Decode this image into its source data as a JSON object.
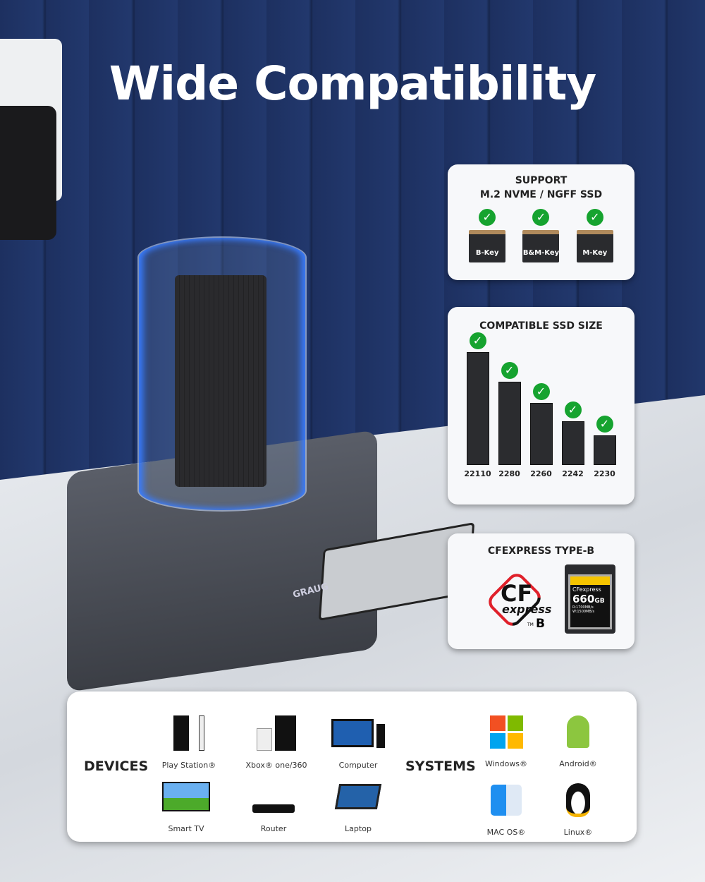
{
  "title": "Wide Compatibility",
  "support_card": {
    "title_line1": "SUPPORT",
    "title_line2": "M.2 NVME / NGFF SSD",
    "keys": [
      {
        "label": "B-Key"
      },
      {
        "label": "B&M-Key"
      },
      {
        "label": "M-Key"
      }
    ]
  },
  "size_card": {
    "title": "COMPATIBLE SSD SIZE",
    "sizes": [
      {
        "label": "22110"
      },
      {
        "label": "2280"
      },
      {
        "label": "2260"
      },
      {
        "label": "2242"
      },
      {
        "label": "2230"
      }
    ]
  },
  "cf_card": {
    "title": "CFEXPRESS TYPE-B",
    "logo": {
      "cf": "CF",
      "express": "express",
      "tm": "TM",
      "b": "B"
    },
    "card": {
      "brand": "CFexpress",
      "capacity": "660",
      "unit": "GB",
      "read": "R:1700MB/s",
      "write": "W:1500MB/s"
    }
  },
  "product": {
    "brand": "GRAUG"
  },
  "compat": {
    "devices_label": "DEVICES",
    "systems_label": "SYSTEMS",
    "devices": [
      {
        "label": "Play Station®"
      },
      {
        "label": "Xbox® one/360"
      },
      {
        "label": "Computer"
      },
      {
        "label": "Smart TV"
      },
      {
        "label": "Router"
      },
      {
        "label": "Laptop"
      }
    ],
    "systems": [
      {
        "label": "Windows®"
      },
      {
        "label": "Android®"
      },
      {
        "label": "MAC OS®"
      },
      {
        "label": "Linux®"
      }
    ]
  },
  "colors": {
    "check": "#16a32f",
    "cf_red": "#e0202a",
    "wall": "#1d3060",
    "accent_blue": "#3a7dff"
  }
}
